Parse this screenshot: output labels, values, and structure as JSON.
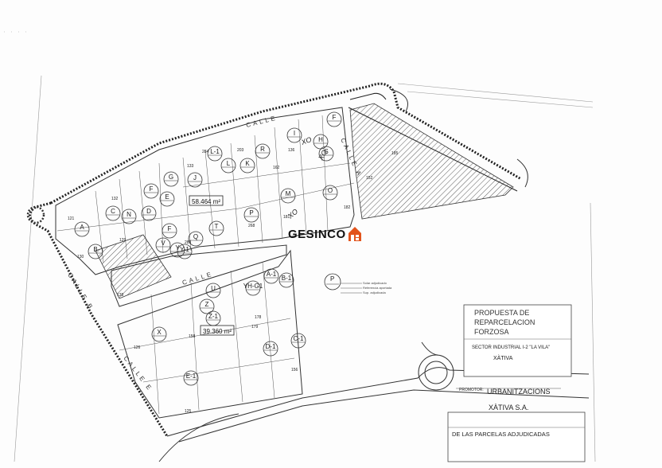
{
  "logo": {
    "text": "GESINCO",
    "brand_color": "#e2541c"
  },
  "title_block": {
    "title_lines": [
      "PROPUESTA DE",
      "REPARCELACION",
      "FORZOSA"
    ],
    "sector_line1": "SECTOR INDUSTRIAL I-2 \"LA VILA\"",
    "sector_line2": "XÀTIVA",
    "promotor_label": "PROMOTOR:",
    "promotor_line1": "URBANITZACIONS",
    "promotor_line2": "XÀTIVA S.A.",
    "subtitle": "DE LAS PARCELAS ADJUDICADAS"
  },
  "streets": [
    "CALLE",
    "CALLE",
    "CALLE A",
    "CALLE B",
    "CALLE E"
  ],
  "areas": [
    "58.464 m²",
    "39.360 m²"
  ],
  "legend": {
    "letter": "P",
    "rows": [
      "Solar adjudicado",
      "Referencia aportada",
      "Sup. adjudicada"
    ]
  },
  "annotations": [
    "XO",
    "XO",
    "XO"
  ],
  "plots": [
    "A",
    "B",
    "C",
    "N",
    "D",
    "E",
    "F",
    "G",
    "J",
    "F",
    "L",
    "L-1",
    "K",
    "R",
    "I",
    "H",
    "F",
    "S",
    "M",
    "O",
    "P",
    "T",
    "Y",
    "V",
    "Y-1",
    "Q",
    "U",
    "YH-G1",
    "A-1",
    "B-1",
    "Z",
    "Z-1",
    "X",
    "D-1",
    "C-1",
    "E-1"
  ],
  "plot_numbers": [
    "121",
    "132",
    "130",
    "129",
    "126",
    "133",
    "284",
    "203",
    "162",
    "136",
    "182",
    "185",
    "181",
    "178",
    "268",
    "288",
    "158",
    "179",
    "156",
    "152",
    "125",
    "138"
  ]
}
